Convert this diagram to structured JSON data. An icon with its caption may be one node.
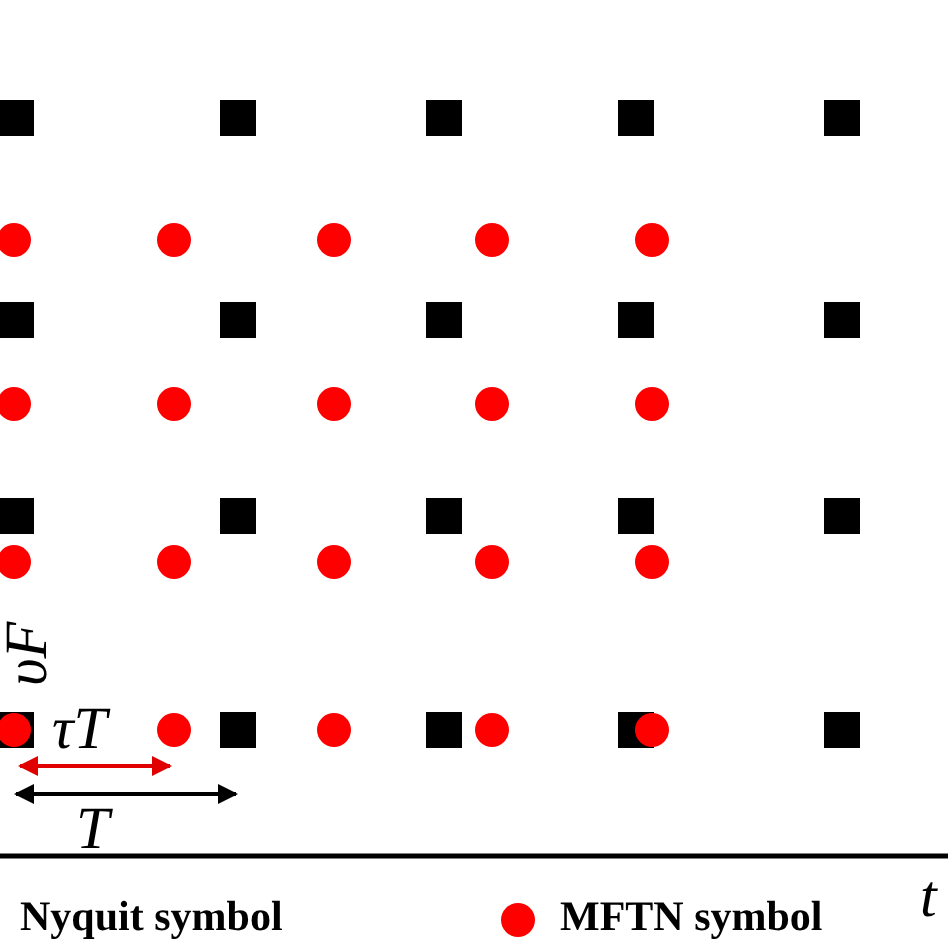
{
  "diagram": {
    "labels": [
      "υF",
      "τT",
      "T",
      "t"
    ],
    "legend": [
      {
        "text": "Nyquit symbol"
      },
      {
        "text": "MFTN symbol",
        "color": "#ff0000"
      }
    ]
  }
}
